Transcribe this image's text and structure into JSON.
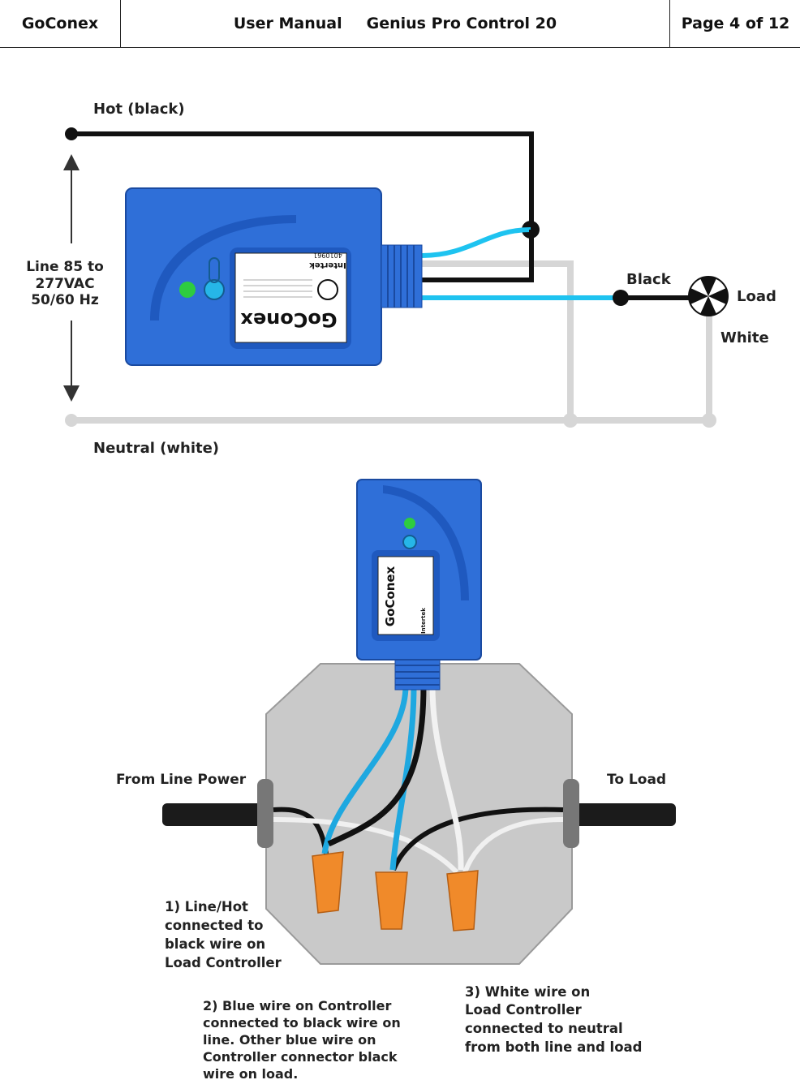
{
  "header": {
    "company": "GoConex",
    "manual": "User Manual",
    "product": "Genius Pro Control 20",
    "page": "Page 4 of 12"
  },
  "diagram1": {
    "hot_label": "Hot (black)",
    "neutral_label": "Neutral (white)",
    "line_label": [
      "Line 85 to",
      "277VAC",
      "50/60 Hz"
    ],
    "black_label": "Black",
    "white_label": "White",
    "load_label": "Load",
    "device_brand": "GoConex",
    "cert_brand": "Intertek",
    "cert_number": "4010961"
  },
  "diagram2": {
    "from_line": "From Line Power",
    "to_load": "To Load",
    "note1": [
      "1) Line/Hot",
      "connected to",
      "black wire on",
      "Load Controller"
    ],
    "note2": [
      "2) Blue wire on Controller",
      "connected to black wire on",
      "line. Other blue wire on",
      "Controller connector black",
      "wire on load."
    ],
    "note3": [
      "3) White wire on",
      "Load Controller",
      "connected to neutral",
      "from both line and load"
    ],
    "device_brand": "GoConex",
    "cert_brand": "Intertek"
  },
  "colors": {
    "device_blue": "#2f6fd8",
    "wire_blue": "#1ec3f0",
    "wire_black": "#111111",
    "wire_white": "#d6d6d6",
    "box_grey": "#c9c9c9",
    "connector_orange": "#f08a2a",
    "led_green": "#2ecc40",
    "led_blue": "#26b6e8"
  }
}
